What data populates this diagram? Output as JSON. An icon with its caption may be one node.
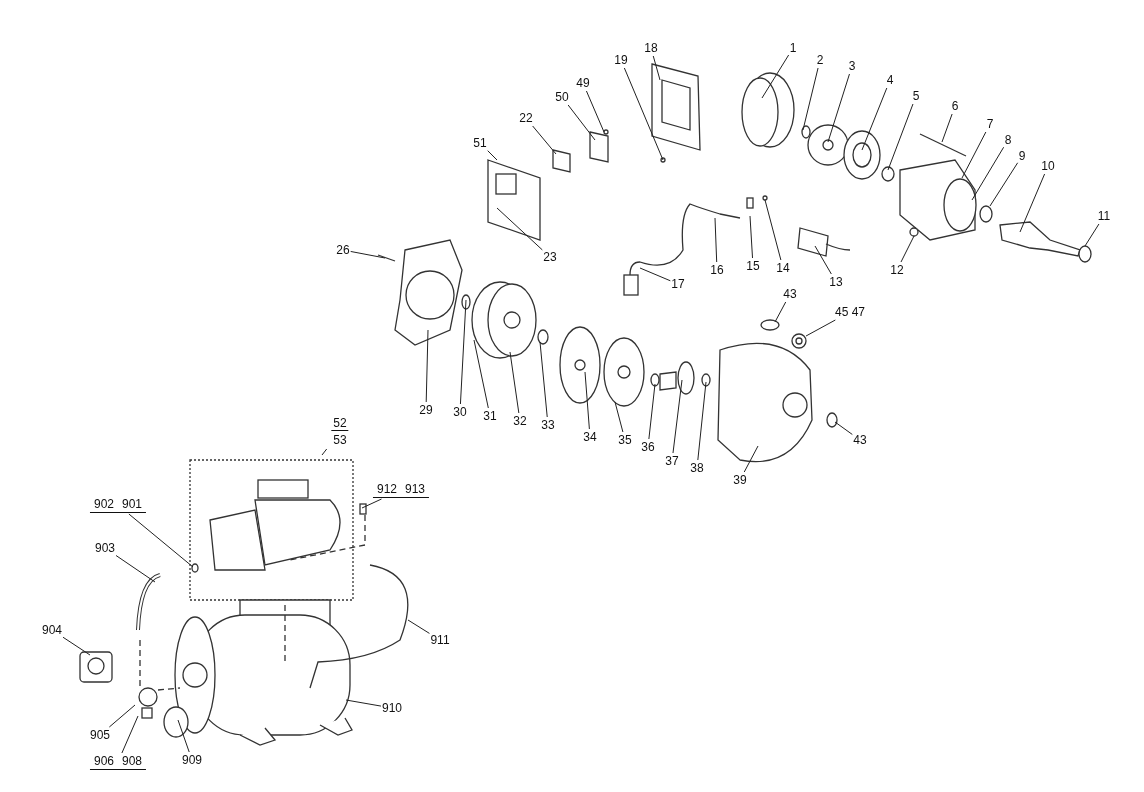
{
  "diagram": {
    "nodes": [
      {
        "text": [
          "1"
        ]
      },
      {
        "text": [
          "2"
        ]
      },
      {
        "text": [
          "3"
        ]
      },
      {
        "text": [
          "4"
        ]
      },
      {
        "text": [
          "5"
        ]
      },
      {
        "text": [
          "6"
        ]
      },
      {
        "text": [
          "7"
        ]
      },
      {
        "text": [
          "8"
        ]
      },
      {
        "text": [
          "9"
        ]
      },
      {
        "text": [
          "10"
        ]
      },
      {
        "text": [
          "11"
        ]
      },
      {
        "text": [
          "12"
        ]
      },
      {
        "text": [
          "13"
        ]
      },
      {
        "text": [
          "14"
        ]
      },
      {
        "text": [
          "15"
        ]
      },
      {
        "text": [
          "16"
        ]
      },
      {
        "text": [
          "17"
        ]
      },
      {
        "text": [
          "18"
        ]
      },
      {
        "text": [
          "19"
        ]
      },
      {
        "text": [
          "49"
        ]
      },
      {
        "text": [
          "50"
        ]
      },
      {
        "text": [
          "22"
        ]
      },
      {
        "text": [
          "51"
        ]
      },
      {
        "text": [
          "23"
        ]
      },
      {
        "text": [
          "26"
        ]
      },
      {
        "text": [
          "29"
        ]
      },
      {
        "text": [
          "30"
        ]
      },
      {
        "text": [
          "31"
        ]
      },
      {
        "text": [
          "32"
        ]
      },
      {
        "text": [
          "33"
        ]
      },
      {
        "text": [
          "34"
        ]
      },
      {
        "text": [
          "35"
        ]
      },
      {
        "text": [
          "36"
        ]
      },
      {
        "text": [
          "37"
        ]
      },
      {
        "text": [
          "38"
        ]
      },
      {
        "text": [
          "39"
        ]
      },
      {
        "text": [
          "43"
        ]
      },
      {
        "text": [
          "45 47"
        ]
      },
      {
        "text": [
          "43"
        ]
      },
      {
        "text": [
          "52",
          "53"
        ]
      },
      {
        "text": [
          "902",
          "901"
        ]
      },
      {
        "text": [
          "903"
        ]
      },
      {
        "text": [
          "904"
        ]
      },
      {
        "text": [
          "905"
        ]
      },
      {
        "text": [
          "906",
          "908"
        ]
      },
      {
        "text": [
          "909"
        ]
      },
      {
        "text": [
          "910"
        ]
      },
      {
        "text": [
          "911"
        ]
      },
      {
        "text": [
          "912",
          "913"
        ]
      }
    ],
    "edges": [
      {
        "from": 0,
        "to": null,
        "arrow": "none"
      },
      {
        "from": 1,
        "to": null,
        "arrow": "none"
      },
      {
        "from": 2,
        "to": null,
        "arrow": "none"
      },
      {
        "from": 3,
        "to": null,
        "arrow": "none"
      },
      {
        "from": 4,
        "to": null,
        "arrow": "none"
      },
      {
        "from": 5,
        "to": null,
        "arrow": "none"
      },
      {
        "from": 6,
        "to": null,
        "arrow": "none"
      },
      {
        "from": 7,
        "to": null,
        "arrow": "none"
      },
      {
        "from": 8,
        "to": null,
        "arrow": "none"
      },
      {
        "from": 9,
        "to": null,
        "arrow": "none"
      },
      {
        "from": 10,
        "to": null,
        "arrow": "none"
      },
      {
        "from": 11,
        "to": null,
        "arrow": "none"
      },
      {
        "from": 12,
        "to": null,
        "arrow": "none"
      },
      {
        "from": 13,
        "to": null,
        "arrow": "none"
      },
      {
        "from": 14,
        "to": null,
        "arrow": "none"
      },
      {
        "from": 15,
        "to": null,
        "arrow": "none"
      },
      {
        "from": 16,
        "to": null,
        "arrow": "none"
      },
      {
        "from": 17,
        "to": null,
        "arrow": "none"
      },
      {
        "from": 18,
        "to": null,
        "arrow": "none"
      },
      {
        "from": 19,
        "to": null,
        "arrow": "none"
      },
      {
        "from": 20,
        "to": null,
        "arrow": "none"
      },
      {
        "from": 21,
        "to": null,
        "arrow": "none"
      },
      {
        "from": 22,
        "to": null,
        "arrow": "none"
      },
      {
        "from": 23,
        "to": null,
        "arrow": "none"
      },
      {
        "from": 24,
        "to": null,
        "arrow": "none"
      },
      {
        "from": 25,
        "to": null,
        "arrow": "none"
      },
      {
        "from": 26,
        "to": null,
        "arrow": "none"
      },
      {
        "from": 27,
        "to": null,
        "arrow": "none"
      },
      {
        "from": 28,
        "to": null,
        "arrow": "none"
      },
      {
        "from": 29,
        "to": null,
        "arrow": "none"
      },
      {
        "from": 30,
        "to": null,
        "arrow": "none"
      },
      {
        "from": 31,
        "to": null,
        "arrow": "none"
      },
      {
        "from": 32,
        "to": null,
        "arrow": "none"
      },
      {
        "from": 33,
        "to": null,
        "arrow": "none"
      },
      {
        "from": 34,
        "to": null,
        "arrow": "none"
      },
      {
        "from": 35,
        "to": null,
        "arrow": "none"
      },
      {
        "from": 36,
        "to": null,
        "arrow": "none"
      },
      {
        "from": 37,
        "to": null,
        "arrow": "none"
      },
      {
        "from": 38,
        "to": null,
        "arrow": "none"
      },
      {
        "from": 39,
        "to": null,
        "arrow": "none"
      },
      {
        "from": 40,
        "to": null,
        "arrow": "none"
      },
      {
        "from": 41,
        "to": null,
        "arrow": "none"
      },
      {
        "from": 42,
        "to": null,
        "arrow": "none"
      },
      {
        "from": 43,
        "to": null,
        "arrow": "none"
      },
      {
        "from": 44,
        "to": null,
        "arrow": "none"
      },
      {
        "from": 45,
        "to": null,
        "arrow": "none"
      },
      {
        "from": 46,
        "to": null,
        "arrow": "none"
      },
      {
        "from": 47,
        "to": null,
        "arrow": "none"
      },
      {
        "from": 48,
        "to": null,
        "arrow": "none"
      }
    ]
  }
}
